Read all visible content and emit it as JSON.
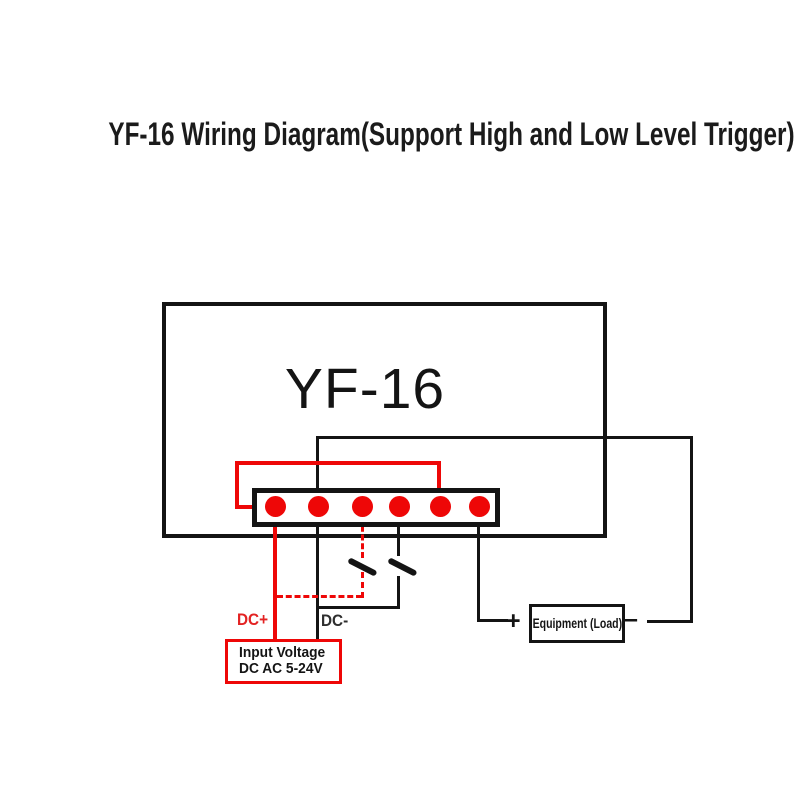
{
  "title": "YF-16 Wiring Diagram(Support High and Low Level Trigger)",
  "module": {
    "label": "YF-16"
  },
  "terminal_block": {
    "terminal_count": 6
  },
  "power": {
    "dc_plus_label": "DC+",
    "dc_minus_label": "DC-",
    "input_box_line1": "Input Voltage",
    "input_box_line2": "DC AC 5-24V"
  },
  "load": {
    "plus_label": "+",
    "label": "Equipment (Load)",
    "minus_label": "–"
  },
  "colors": {
    "wire_red": "#ee0707",
    "wire_black": "#141414",
    "label_red": "#e32222",
    "text_black": "#1b1b1b",
    "background": "#ffffff"
  }
}
